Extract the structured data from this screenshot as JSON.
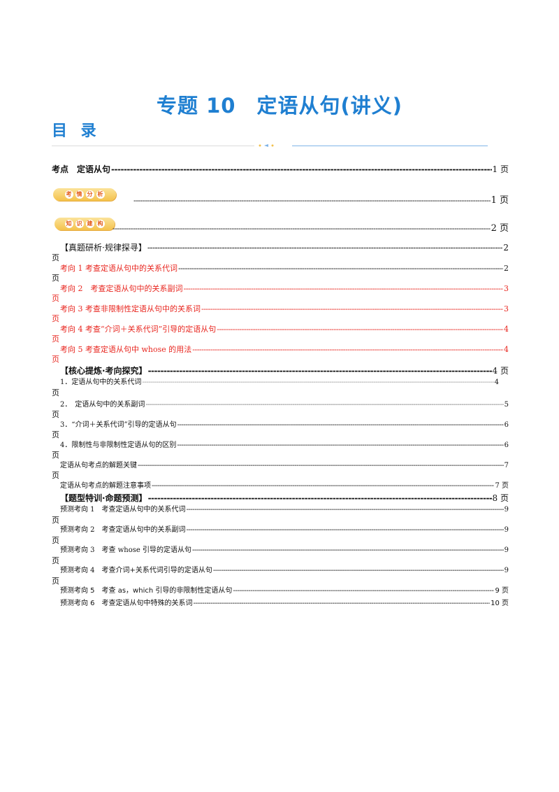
{
  "doc": {
    "title": "专题 10　定语从句(讲义)",
    "toc_heading": "目 录"
  },
  "toc": {
    "kaodian": {
      "label": "考点　定语从句",
      "page": "1 页"
    },
    "badge1": {
      "chars": [
        "考",
        "情",
        "分",
        "析"
      ],
      "page": "1 页"
    },
    "badge2": {
      "chars": [
        "知",
        "识",
        "建",
        "构"
      ],
      "page": "2 页"
    },
    "section1": {
      "label": "【真题研析·规律探寻】",
      "page": "2",
      "wrap": "页"
    },
    "kaoxiang": [
      {
        "label": "考向 1  考查定语从句中的关系代词",
        "page": "2",
        "wrap": "页"
      },
      {
        "label": "考向 2　考查定语从句中的关系副词",
        "page": "3",
        "wrap": "页"
      },
      {
        "label": "考向 3  考查非限制性定语从句中的关系词",
        "page": "3",
        "wrap": "页"
      },
      {
        "label": "考向 4  考查“介词＋关系代词”引导的定语从句",
        "page": "4",
        "wrap": "页"
      },
      {
        "label": "考向 5  考查定语从句中 whose 的用法",
        "page": "4",
        "wrap": "页"
      }
    ],
    "section2": {
      "label": "【核心提炼·考向探究】",
      "page": "4 页"
    },
    "core": [
      {
        "label": "1．定语从句中的关系代词",
        "page": "4",
        "wrap": "页"
      },
      {
        "label": "2．　定语从句中的关系副词",
        "page": "5",
        "wrap": "页"
      },
      {
        "label": "3．“介词＋关系代词”引导的定语从句",
        "page": "6",
        "wrap": "页"
      },
      {
        "label": "4．限制性与非限制性定语从句的区别",
        "page": "6",
        "wrap": "页"
      },
      {
        "label": "定语从句考点的解题关键",
        "page": "7",
        "wrap": "页"
      },
      {
        "label": "定语从句考点的解题注意事项",
        "page": "7 页"
      }
    ],
    "section3": {
      "label": "【题型特训·命题预测】",
      "page": "8 页"
    },
    "predict": [
      {
        "label": "预测考向 1　考查定语从句中的关系代词",
        "page": "9",
        "wrap": "页"
      },
      {
        "label": "预测考向 2　考查定语从句中的关系副词",
        "page": "9",
        "wrap": "页"
      },
      {
        "label": "预测考向 3　考查 whose 引导的定语从句",
        "page": "9",
        "wrap": "页"
      },
      {
        "label": "预测考向 4　考查介词+关系代词引导的定语从句",
        "page": "9",
        "wrap": "页"
      },
      {
        "label": "预测考向 5　考查 as，which 引导的非限制性定语从句",
        "page": "9 页"
      },
      {
        "label": "预测考向 6　考查定语从句中特殊的关系词",
        "page": "10 页"
      }
    ]
  },
  "colors": {
    "title_blue": "#1f7fd1",
    "red": "#e8261f",
    "badge_orange": "#e25b17"
  }
}
